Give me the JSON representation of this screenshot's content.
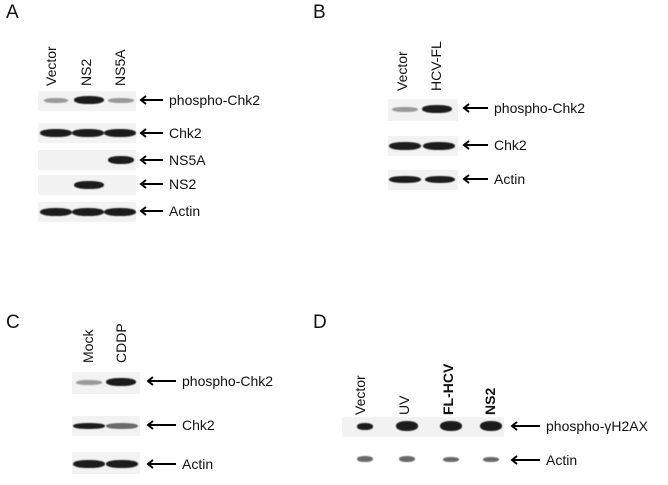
{
  "panels": {
    "A": {
      "letter": "A",
      "lanes": [
        "Vector",
        "NS2",
        "NS5A"
      ],
      "rows": [
        "phospho-Chk2",
        "Chk2",
        "NS5A",
        "NS2",
        "Actin"
      ]
    },
    "B": {
      "letter": "B",
      "lanes": [
        "Vector",
        "HCV-FL"
      ],
      "rows": [
        "phospho-Chk2",
        "Chk2",
        "Actin"
      ]
    },
    "C": {
      "letter": "C",
      "lanes": [
        "Mock",
        "CDDP"
      ],
      "rows": [
        "phospho-Chk2",
        "Chk2",
        "Actin"
      ]
    },
    "D": {
      "letter": "D",
      "lanes": [
        "Vector",
        "UV",
        "FL-HCV",
        "NS2"
      ],
      "rows": [
        "phospho-γH2AX",
        "Actin"
      ]
    }
  }
}
